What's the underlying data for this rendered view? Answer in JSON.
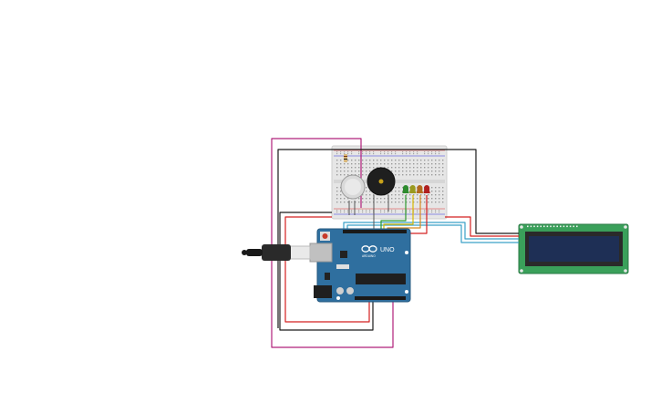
{
  "canvas": {
    "background": "#ffffff"
  },
  "components": {
    "arduino": {
      "brand_label": "ARDUINO",
      "model_label": "UNO",
      "board_color": "#2f6f9f"
    },
    "breadboard": {
      "color": "#e8e8e8"
    },
    "lcd": {
      "bezel_color": "#3aa05a",
      "screen_color": "#1e2f55"
    },
    "leds": [
      {
        "name": "green",
        "color": "#2e8b2e"
      },
      {
        "name": "yellow",
        "color": "#9a9a1e"
      },
      {
        "name": "orange",
        "color": "#b36a1e"
      },
      {
        "name": "red",
        "color": "#b02020"
      }
    ],
    "buzzer": {
      "color": "#222222"
    },
    "sensor": {
      "color": "#d9d9d9"
    }
  },
  "wire_colors": {
    "power": "#d42020",
    "ground": "#1a1a1a",
    "signal_magenta": "#b0207a",
    "signal_cyan": "#3aa0c8",
    "signal_yellow": "#d8b800",
    "signal_green": "#2e9a2e"
  }
}
